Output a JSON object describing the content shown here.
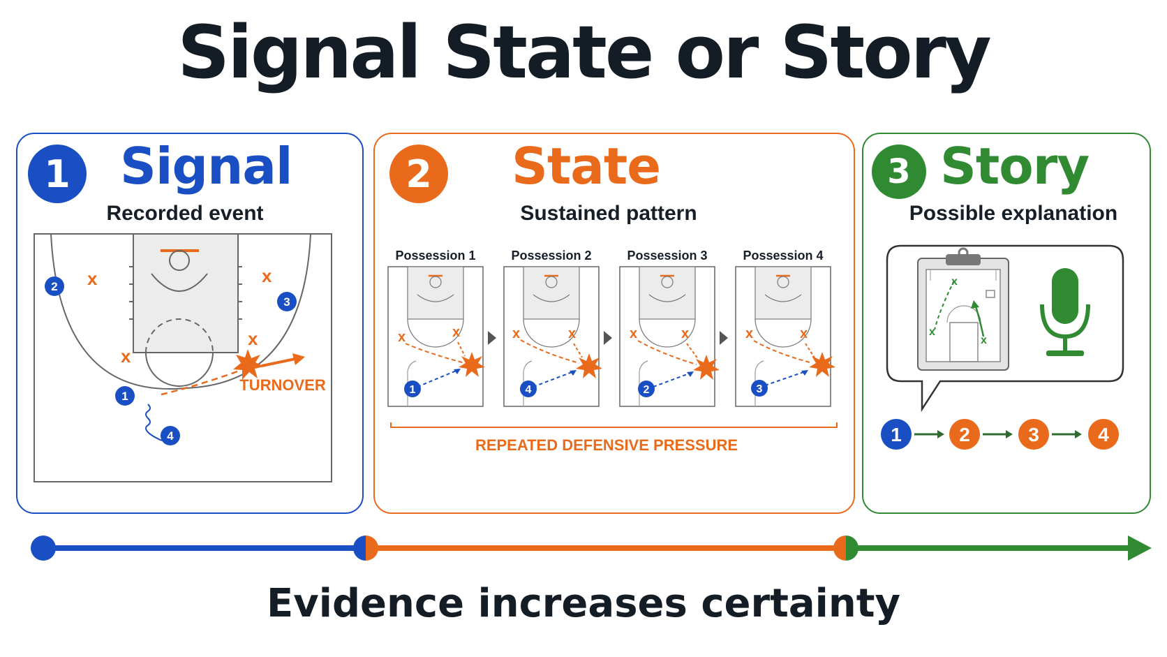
{
  "title": "Signal State or Story",
  "colors": {
    "signal": "#1a4fc4",
    "state": "#ea6a1c",
    "story": "#2f8a32",
    "court": "#666666"
  },
  "signal": {
    "number": "1",
    "heading": "Signal",
    "subtitle": "Recorded event",
    "event_label": "TURNOVER",
    "players": [
      "1",
      "2",
      "3",
      "4"
    ]
  },
  "state": {
    "number": "2",
    "heading": "State",
    "subtitle": "Sustained pattern",
    "possessions": [
      {
        "label": "Possession 1",
        "player": "1"
      },
      {
        "label": "Possession 2",
        "player": "4"
      },
      {
        "label": "Possession 3",
        "player": "2"
      },
      {
        "label": "Possession 4",
        "player": "3"
      }
    ],
    "bracket_label": "REPEATED DEFENSIVE PRESSURE"
  },
  "story": {
    "number": "3",
    "heading": "Story",
    "subtitle": "Possible explanation",
    "icons": [
      "clipboard-icon",
      "microphone-icon"
    ],
    "sequence": [
      "1",
      "2",
      "3",
      "4"
    ]
  },
  "footer": "Evidence increases certainty"
}
